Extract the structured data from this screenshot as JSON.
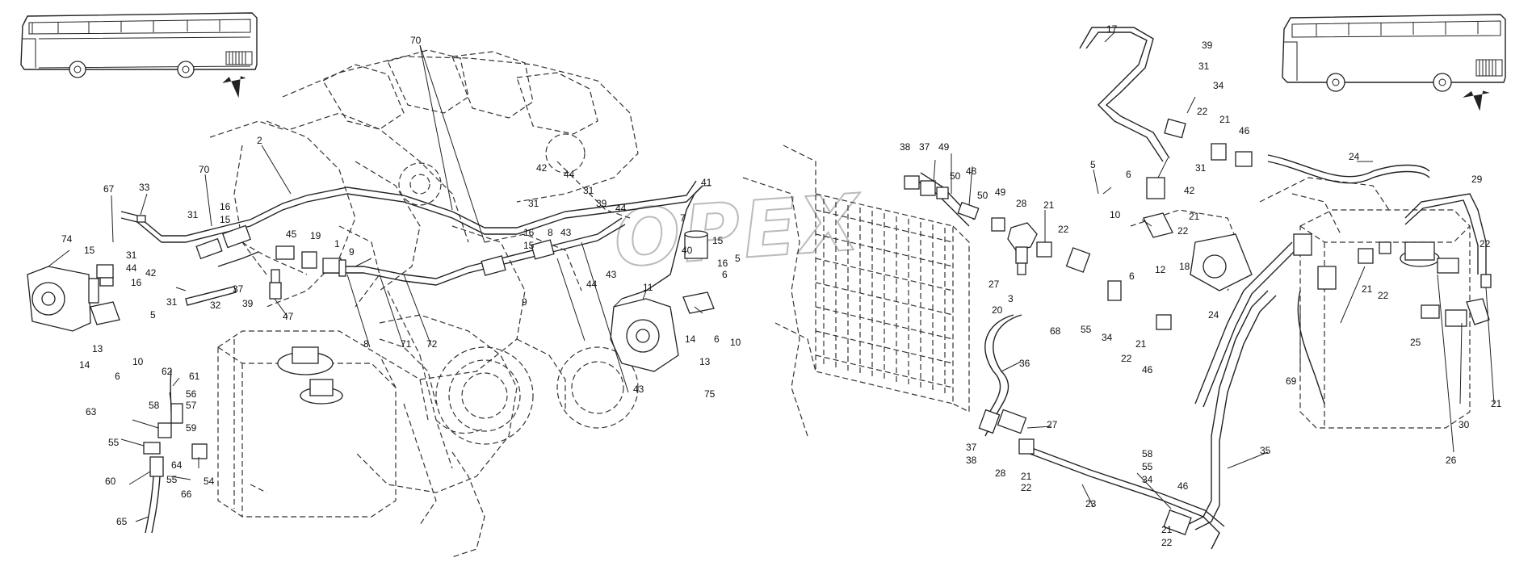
{
  "watermark": "OPEX",
  "callouts": [
    {
      "id": "c2",
      "t": "2"
    },
    {
      "id": "c70a",
      "t": "70"
    },
    {
      "id": "c70b",
      "t": "70"
    },
    {
      "id": "c67",
      "t": "67"
    },
    {
      "id": "c33",
      "t": "33"
    },
    {
      "id": "c74",
      "t": "74"
    },
    {
      "id": "c31a",
      "t": "31"
    },
    {
      "id": "c16a",
      "t": "16"
    },
    {
      "id": "c15a",
      "t": "15"
    },
    {
      "id": "c15b",
      "t": "15"
    },
    {
      "id": "c31b",
      "t": "31"
    },
    {
      "id": "c44a",
      "t": "44"
    },
    {
      "id": "c16b",
      "t": "16"
    },
    {
      "id": "c42a",
      "t": "42"
    },
    {
      "id": "c31c",
      "t": "31"
    },
    {
      "id": "c5a",
      "t": "5"
    },
    {
      "id": "c14a",
      "t": "14"
    },
    {
      "id": "c13a",
      "t": "13"
    },
    {
      "id": "c6a",
      "t": "6"
    },
    {
      "id": "c10a",
      "t": "10"
    },
    {
      "id": "c37a",
      "t": "37"
    },
    {
      "id": "c32",
      "t": "32"
    },
    {
      "id": "c39a",
      "t": "39"
    },
    {
      "id": "c45",
      "t": "45"
    },
    {
      "id": "c19",
      "t": "19"
    },
    {
      "id": "c1",
      "t": "1"
    },
    {
      "id": "c9a",
      "t": "9"
    },
    {
      "id": "c47",
      "t": "47"
    },
    {
      "id": "c8a",
      "t": "8"
    },
    {
      "id": "c71",
      "t": "71"
    },
    {
      "id": "c72",
      "t": "72"
    },
    {
      "id": "c42b",
      "t": "42"
    },
    {
      "id": "c44b",
      "t": "44"
    },
    {
      "id": "c31d",
      "t": "31"
    },
    {
      "id": "c31e",
      "t": "31"
    },
    {
      "id": "c39b",
      "t": "39"
    },
    {
      "id": "c16c",
      "t": "16"
    },
    {
      "id": "c15c",
      "t": "15"
    },
    {
      "id": "c8b",
      "t": "8"
    },
    {
      "id": "c43a",
      "t": "43"
    },
    {
      "id": "c44c",
      "t": "44"
    },
    {
      "id": "c9b",
      "t": "9"
    },
    {
      "id": "c44d",
      "t": "44"
    },
    {
      "id": "c43b",
      "t": "43"
    },
    {
      "id": "c43c",
      "t": "43"
    },
    {
      "id": "c41",
      "t": "41"
    },
    {
      "id": "c7",
      "t": "7"
    },
    {
      "id": "c40",
      "t": "40"
    },
    {
      "id": "c15d",
      "t": "15"
    },
    {
      "id": "c11",
      "t": "11"
    },
    {
      "id": "c16d",
      "t": "16"
    },
    {
      "id": "c6b",
      "t": "6"
    },
    {
      "id": "c5b",
      "t": "5"
    },
    {
      "id": "c14b",
      "t": "14"
    },
    {
      "id": "c13b",
      "t": "13"
    },
    {
      "id": "c6c",
      "t": "6"
    },
    {
      "id": "c10b",
      "t": "10"
    },
    {
      "id": "c75",
      "t": "75"
    },
    {
      "id": "c61",
      "t": "61"
    },
    {
      "id": "c62",
      "t": "62"
    },
    {
      "id": "c56",
      "t": "56"
    },
    {
      "id": "c57",
      "t": "57"
    },
    {
      "id": "c58a",
      "t": "58"
    },
    {
      "id": "c63",
      "t": "63"
    },
    {
      "id": "c59",
      "t": "59"
    },
    {
      "id": "c55a",
      "t": "55"
    },
    {
      "id": "c64",
      "t": "64"
    },
    {
      "id": "c54",
      "t": "54"
    },
    {
      "id": "c60",
      "t": "60"
    },
    {
      "id": "c55b",
      "t": "55"
    },
    {
      "id": "c66",
      "t": "66"
    },
    {
      "id": "c65",
      "t": "65"
    },
    {
      "id": "c38a",
      "t": "38"
    },
    {
      "id": "c37b",
      "t": "37"
    },
    {
      "id": "c49a",
      "t": "49"
    },
    {
      "id": "c50a",
      "t": "50"
    },
    {
      "id": "c48",
      "t": "48"
    },
    {
      "id": "c50b",
      "t": "50"
    },
    {
      "id": "c49b",
      "t": "49"
    },
    {
      "id": "c28a",
      "t": "28"
    },
    {
      "id": "c21a",
      "t": "21"
    },
    {
      "id": "c22a",
      "t": "22"
    },
    {
      "id": "c27a",
      "t": "27"
    },
    {
      "id": "c3",
      "t": "3"
    },
    {
      "id": "c20",
      "t": "20"
    },
    {
      "id": "c68",
      "t": "68"
    },
    {
      "id": "c55c",
      "t": "55"
    },
    {
      "id": "c34a",
      "t": "34"
    },
    {
      "id": "c22b",
      "t": "22"
    },
    {
      "id": "c21b",
      "t": "21"
    },
    {
      "id": "c46a",
      "t": "46"
    },
    {
      "id": "c36",
      "t": "36"
    },
    {
      "id": "c27b",
      "t": "27"
    },
    {
      "id": "c37c",
      "t": "37"
    },
    {
      "id": "c38b",
      "t": "38"
    },
    {
      "id": "c28b",
      "t": "28"
    },
    {
      "id": "c21c",
      "t": "21"
    },
    {
      "id": "c22c",
      "t": "22"
    },
    {
      "id": "c23",
      "t": "23"
    },
    {
      "id": "c58b",
      "t": "58"
    },
    {
      "id": "c55d",
      "t": "55"
    },
    {
      "id": "c34b",
      "t": "34"
    },
    {
      "id": "c46b",
      "t": "46"
    },
    {
      "id": "c21d",
      "t": "21"
    },
    {
      "id": "c22d",
      "t": "22"
    },
    {
      "id": "c35",
      "t": "35"
    },
    {
      "id": "c17",
      "t": "17"
    },
    {
      "id": "c39c",
      "t": "39"
    },
    {
      "id": "c31f",
      "t": "31"
    },
    {
      "id": "c34c",
      "t": "34"
    },
    {
      "id": "c22e",
      "t": "22"
    },
    {
      "id": "c21e",
      "t": "21"
    },
    {
      "id": "c46c",
      "t": "46"
    },
    {
      "id": "c42c",
      "t": "42"
    },
    {
      "id": "c31g",
      "t": "31"
    },
    {
      "id": "c5c",
      "t": "5"
    },
    {
      "id": "c6d",
      "t": "6"
    },
    {
      "id": "c21f",
      "t": "21"
    },
    {
      "id": "c22f",
      "t": "22"
    },
    {
      "id": "c10c",
      "t": "10"
    },
    {
      "id": "c6e",
      "t": "6"
    },
    {
      "id": "c12",
      "t": "12"
    },
    {
      "id": "c18",
      "t": "18"
    },
    {
      "id": "c24a",
      "t": "24"
    },
    {
      "id": "c24b",
      "t": "24"
    },
    {
      "id": "c29",
      "t": "29"
    },
    {
      "id": "c22g",
      "t": "22"
    },
    {
      "id": "c21g",
      "t": "21"
    },
    {
      "id": "c22h",
      "t": "22"
    },
    {
      "id": "c25",
      "t": "25"
    },
    {
      "id": "c21h",
      "t": "21"
    },
    {
      "id": "c69",
      "t": "69"
    },
    {
      "id": "c30",
      "t": "30"
    },
    {
      "id": "c26",
      "t": "26"
    }
  ]
}
